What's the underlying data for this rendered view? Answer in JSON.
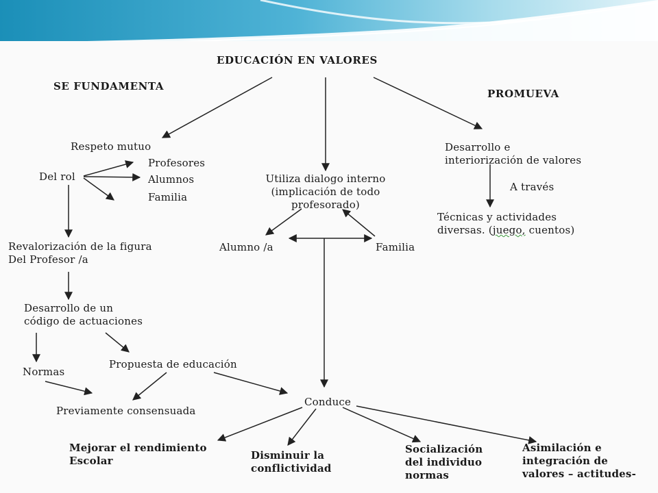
{
  "diagram": {
    "title": "EDUCACIÓN EN VALORES",
    "branches": {
      "left": "SE FUNDAMENTA",
      "right": "PROMUEVA"
    },
    "nodes": {
      "respeto": "Respeto mutuo",
      "delrol": "Del rol",
      "profesores": "Profesores",
      "alumnos": "Alumnos",
      "familia1": "Familia",
      "revalorizacion": "Revalorización de la figura\nDel Profesor /a",
      "desarrollo_codigo": "Desarrollo de un\ncódigo de actuaciones",
      "normas": "Normas",
      "propuesta": "Propuesta de educación",
      "previamente": "Previamente consensuada",
      "dialogo": "Utiliza dialogo interno\n(implicación de todo\nprofesorado)",
      "alumno_a": "Alumno /a",
      "familia2": "Familia",
      "desarrollo_interiorizacion": "Desarrollo e\ninteriorización de valores",
      "a_traves": "A través",
      "tecnicas_1": "Técnicas y actividades\ndiversas. (",
      "tecnicas_underlined": "juego,",
      "tecnicas_2": " cuentos)",
      "conduce": "Conduce",
      "mejorar": "Mejorar el rendimiento\nEscolar",
      "disminuir": "Disminuir la\nconflictividad",
      "socializacion": "Socialización\ndel individuo\nnormas",
      "asimilacion": "Asimilación e\nintegración de\nvalores – actitudes-"
    }
  },
  "colors": {
    "header_dark": "#1b8fb8",
    "header_light": "#bfe6f2",
    "edge": "#222222",
    "underline": "#3a9a3a"
  }
}
